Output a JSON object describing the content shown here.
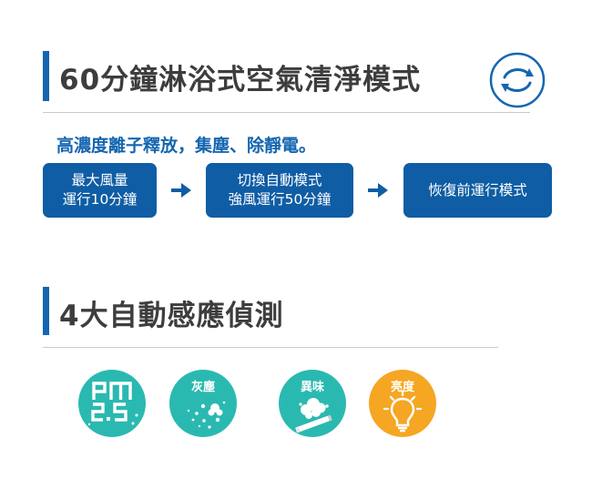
{
  "section1": {
    "title": "60分鐘淋浴式空氣清淨模式",
    "icon": "circular-arrows-icon",
    "subtitle": "高濃度離子釋放，集塵、除靜電。",
    "steps": [
      {
        "line1": "最大風量",
        "line2": "運行10分鐘"
      },
      {
        "line1": "切換自動模式",
        "line2": "強風運行50分鐘"
      },
      {
        "line1": "恢復前運行模式"
      }
    ]
  },
  "section2": {
    "title": "4大自動感應偵測",
    "sensors": [
      {
        "label": "PM 2.5",
        "icon": "pm25-icon",
        "color": "#2ab9b0"
      },
      {
        "label": "灰塵",
        "icon": "dust-icon",
        "color": "#2ab9b0"
      },
      {
        "label": "異味",
        "icon": "odor-cigarette-icon",
        "color": "#2ab9b0"
      },
      {
        "label": "亮度",
        "icon": "light-bulb-icon",
        "color": "#f5a623"
      }
    ]
  },
  "colors": {
    "accent": "#1466b0",
    "step_bg": "#0f5da4",
    "teal": "#2ab9b0",
    "orange": "#f5a623"
  }
}
